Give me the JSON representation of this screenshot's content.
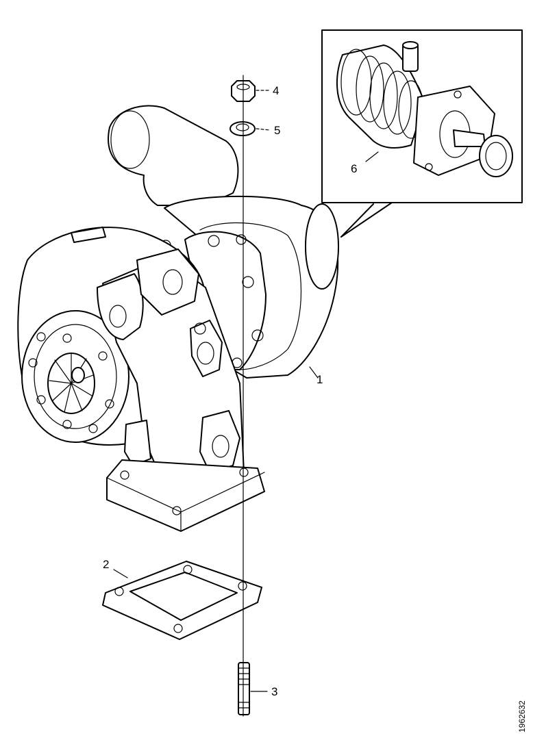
{
  "drawing": {
    "document_id": "1962632",
    "callouts": [
      {
        "id": "1",
        "text": "1"
      },
      {
        "id": "2",
        "text": "2"
      },
      {
        "id": "3",
        "text": "3"
      },
      {
        "id": "4",
        "text": "4"
      },
      {
        "id": "5",
        "text": "5"
      },
      {
        "id": "6",
        "text": "6"
      }
    ]
  }
}
